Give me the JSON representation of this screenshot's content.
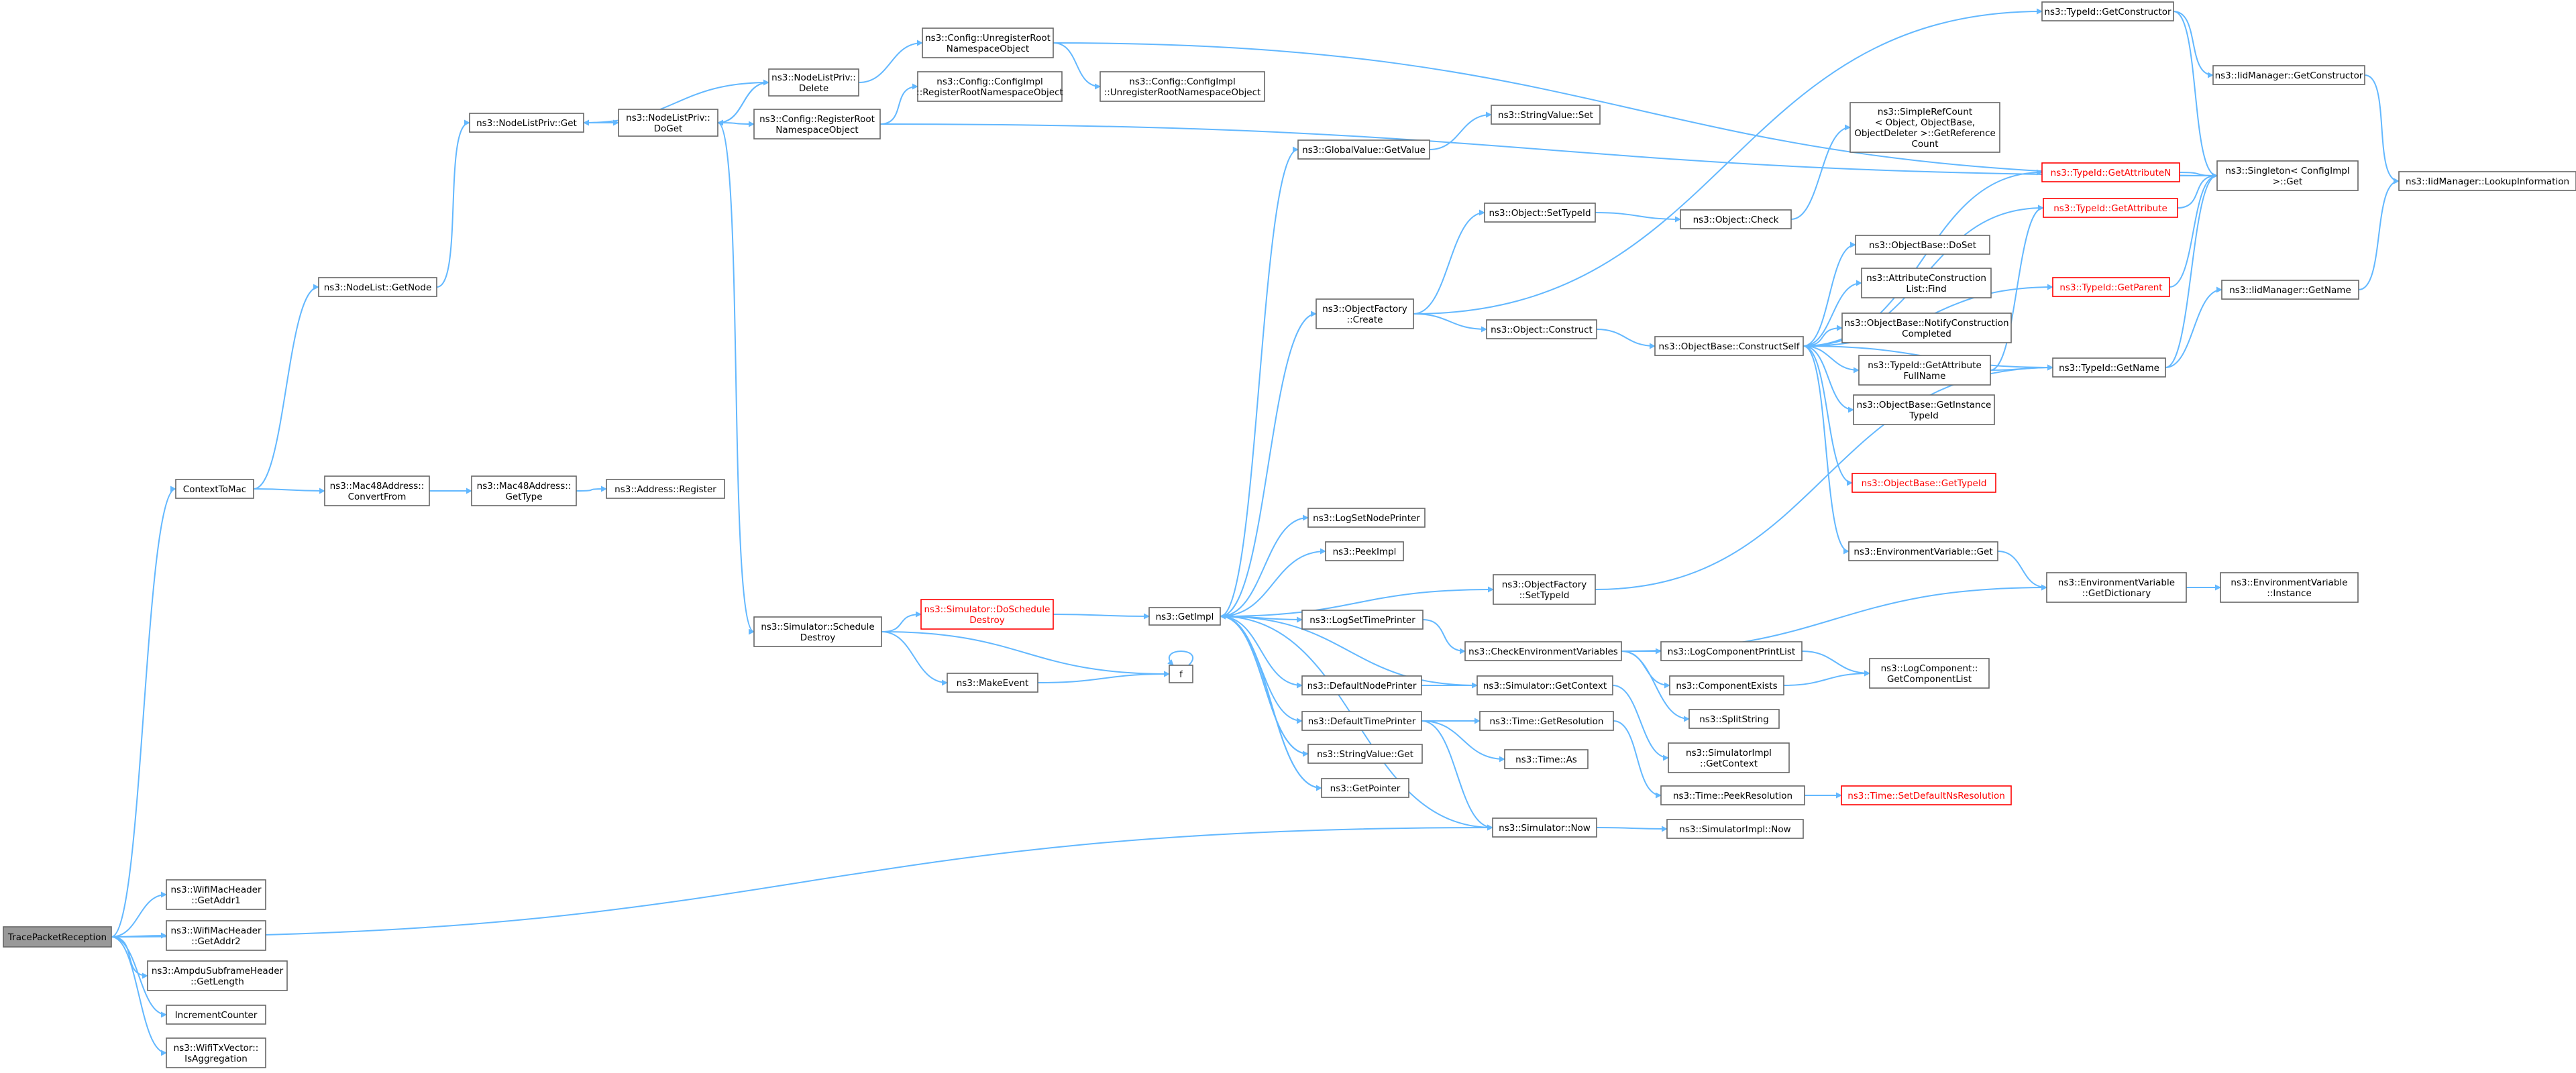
{
  "diagram": {
    "type": "call-graph",
    "colors": {
      "edge": "#63b8ff",
      "node_border": "#666666",
      "highlight_border": "#ff0000",
      "root_fill": "#999999"
    },
    "nodes": [
      {
        "id": "tpr",
        "lines": [
          "TracePacketReception"
        ],
        "root": true
      },
      {
        "id": "ctm",
        "lines": [
          "ContextToMac"
        ]
      },
      {
        "id": "nlgn",
        "lines": [
          "ns3::NodeList::GetNode"
        ]
      },
      {
        "id": "nlpg",
        "lines": [
          "ns3::NodeListPriv::Get"
        ]
      },
      {
        "id": "nlpdg",
        "lines": [
          "ns3::NodeListPriv::",
          "DoGet"
        ]
      },
      {
        "id": "nlpd",
        "lines": [
          "ns3::NodeListPriv::",
          "Delete"
        ]
      },
      {
        "id": "cur",
        "lines": [
          "ns3::Config::UnregisterRoot",
          "NamespaceObject"
        ]
      },
      {
        "id": "ccirr",
        "lines": [
          "ns3::Config::ConfigImpl",
          "::RegisterRootNamespaceObject"
        ]
      },
      {
        "id": "cciur",
        "lines": [
          "ns3::Config::ConfigImpl",
          "::UnregisterRootNamespaceObject"
        ]
      },
      {
        "id": "crr",
        "lines": [
          "ns3::Config::RegisterRoot",
          "NamespaceObject"
        ]
      },
      {
        "id": "mcf",
        "lines": [
          "ns3::Mac48Address::",
          "ConvertFrom"
        ]
      },
      {
        "id": "mgt",
        "lines": [
          "ns3::Mac48Address::",
          "GetType"
        ]
      },
      {
        "id": "areg",
        "lines": [
          "ns3::Address::Register"
        ]
      },
      {
        "id": "ssd",
        "lines": [
          "ns3::Simulator::Schedule",
          "Destroy"
        ]
      },
      {
        "id": "sdsd",
        "lines": [
          "ns3::Simulator::DoSchedule",
          "Destroy"
        ],
        "red": true
      },
      {
        "id": "me",
        "lines": [
          "ns3::MakeEvent"
        ]
      },
      {
        "id": "f",
        "lines": [
          "f"
        ]
      },
      {
        "id": "gi",
        "lines": [
          "ns3::GetImpl"
        ]
      },
      {
        "id": "gvg",
        "lines": [
          "ns3::GlobalValue::GetValue"
        ]
      },
      {
        "id": "svs",
        "lines": [
          "ns3::StringValue::Set"
        ]
      },
      {
        "id": "ofc",
        "lines": [
          "ns3::ObjectFactory",
          "::Create"
        ]
      },
      {
        "id": "ost",
        "lines": [
          "ns3::Object::SetTypeId"
        ]
      },
      {
        "id": "oc",
        "lines": [
          "ns3::Object::Construct"
        ]
      },
      {
        "id": "och",
        "lines": [
          "ns3::Object::Check"
        ]
      },
      {
        "id": "src",
        "lines": [
          "ns3::SimpleRefCount",
          "< Object, ObjectBase,",
          "ObjectDeleter >::GetReference",
          "Count"
        ]
      },
      {
        "id": "obcs",
        "lines": [
          "ns3::ObjectBase::ConstructSelf"
        ]
      },
      {
        "id": "tgan",
        "lines": [
          "ns3::TypeId::GetAttributeN"
        ],
        "red": true
      },
      {
        "id": "tga",
        "lines": [
          "ns3::TypeId::GetAttribute"
        ],
        "red": true
      },
      {
        "id": "obds",
        "lines": [
          "ns3::ObjectBase::DoSet"
        ]
      },
      {
        "id": "aclf",
        "lines": [
          "ns3::AttributeConstruction",
          "List::Find"
        ]
      },
      {
        "id": "obnc",
        "lines": [
          "ns3::ObjectBase::NotifyConstruction",
          "Completed"
        ]
      },
      {
        "id": "tgp",
        "lines": [
          "ns3::TypeId::GetParent"
        ],
        "red": true
      },
      {
        "id": "tgafn",
        "lines": [
          "ns3::TypeId::GetAttribute",
          "FullName"
        ]
      },
      {
        "id": "obgit",
        "lines": [
          "ns3::ObjectBase::GetInstance",
          "TypeId"
        ]
      },
      {
        "id": "obgt",
        "lines": [
          "ns3::ObjectBase::GetTypeId"
        ],
        "red": true
      },
      {
        "id": "evg",
        "lines": [
          "ns3::EnvironmentVariable::Get"
        ]
      },
      {
        "id": "tgn",
        "lines": [
          "ns3::TypeId::GetName"
        ]
      },
      {
        "id": "tgc",
        "lines": [
          "ns3::TypeId::GetConstructor"
        ]
      },
      {
        "id": "imgc",
        "lines": [
          "ns3::IidManager::GetConstructor"
        ]
      },
      {
        "id": "sg",
        "lines": [
          "ns3::Singleton< ConfigImpl",
          ">::Get"
        ]
      },
      {
        "id": "imli",
        "lines": [
          "ns3::IidManager::LookupInformation"
        ]
      },
      {
        "id": "imgn",
        "lines": [
          "ns3::IidManager::GetName"
        ]
      },
      {
        "id": "lsnp",
        "lines": [
          "ns3::LogSetNodePrinter"
        ]
      },
      {
        "id": "pi",
        "lines": [
          "ns3::PeekImpl"
        ]
      },
      {
        "id": "ofst",
        "lines": [
          "ns3::ObjectFactory",
          "::SetTypeId"
        ]
      },
      {
        "id": "evgd",
        "lines": [
          "ns3::EnvironmentVariable",
          "::GetDictionary"
        ]
      },
      {
        "id": "evi",
        "lines": [
          "ns3::EnvironmentVariable",
          "::Instance"
        ]
      },
      {
        "id": "lstp",
        "lines": [
          "ns3::LogSetTimePrinter"
        ]
      },
      {
        "id": "cev",
        "lines": [
          "ns3::CheckEnvironmentVariables"
        ]
      },
      {
        "id": "lcpl",
        "lines": [
          "ns3::LogComponentPrintList"
        ]
      },
      {
        "id": "lcgcl",
        "lines": [
          "ns3::LogComponent::",
          "GetComponentList"
        ]
      },
      {
        "id": "ce",
        "lines": [
          "ns3::ComponentExists"
        ]
      },
      {
        "id": "ss",
        "lines": [
          "ns3::SplitString"
        ]
      },
      {
        "id": "dnp",
        "lines": [
          "ns3::DefaultNodePrinter"
        ]
      },
      {
        "id": "sgc",
        "lines": [
          "ns3::Simulator::GetContext"
        ]
      },
      {
        "id": "dtp",
        "lines": [
          "ns3::DefaultTimePrinter"
        ]
      },
      {
        "id": "tgr",
        "lines": [
          "ns3::Time::GetResolution"
        ]
      },
      {
        "id": "siegc",
        "lines": [
          "ns3::SimulatorImpl",
          "::GetContext"
        ]
      },
      {
        "id": "svg",
        "lines": [
          "ns3::StringValue::Get"
        ]
      },
      {
        "id": "ta",
        "lines": [
          "ns3::Time::As"
        ]
      },
      {
        "id": "gp",
        "lines": [
          "ns3::GetPointer"
        ]
      },
      {
        "id": "tpr2",
        "lines": [
          "ns3::Time::PeekResolution"
        ]
      },
      {
        "id": "tsdnr",
        "lines": [
          "ns3::Time::SetDefaultNsResolution"
        ],
        "red": true
      },
      {
        "id": "sn",
        "lines": [
          "ns3::Simulator::Now"
        ]
      },
      {
        "id": "sin",
        "lines": [
          "ns3::SimulatorImpl::Now"
        ]
      },
      {
        "id": "wga1",
        "lines": [
          "ns3::WifiMacHeader",
          "::GetAddr1"
        ]
      },
      {
        "id": "wga2",
        "lines": [
          "ns3::WifiMacHeader",
          "::GetAddr2"
        ]
      },
      {
        "id": "asgl",
        "lines": [
          "ns3::AmpduSubframeHeader",
          "::GetLength"
        ]
      },
      {
        "id": "ic",
        "lines": [
          "IncrementCounter"
        ]
      },
      {
        "id": "wtv",
        "lines": [
          "ns3::WifiTxVector::",
          "IsAggregation"
        ]
      }
    ],
    "edges": [
      [
        "tpr",
        "ctm"
      ],
      [
        "tpr",
        "sn"
      ],
      [
        "tpr",
        "wga1"
      ],
      [
        "tpr",
        "wga2"
      ],
      [
        "tpr",
        "asgl"
      ],
      [
        "tpr",
        "ic"
      ],
      [
        "tpr",
        "wtv"
      ],
      [
        "ctm",
        "nlgn"
      ],
      [
        "ctm",
        "mcf"
      ],
      [
        "nlgn",
        "nlpg"
      ],
      [
        "nlpg",
        "nlpdg"
      ],
      [
        "nlpdg",
        "nlpd"
      ],
      [
        "nlpdg",
        "crr"
      ],
      [
        "nlpdg",
        "ssd"
      ],
      [
        "nlpd",
        "nlpg"
      ],
      [
        "nlpd",
        "nlpdg"
      ],
      [
        "nlpd",
        "cur"
      ],
      [
        "cur",
        "cciur"
      ],
      [
        "cur",
        "sg"
      ],
      [
        "crr",
        "ccirr"
      ],
      [
        "crr",
        "sg"
      ],
      [
        "mcf",
        "mgt"
      ],
      [
        "mgt",
        "areg"
      ],
      [
        "ssd",
        "sdsd"
      ],
      [
        "ssd",
        "me"
      ],
      [
        "ssd",
        "f"
      ],
      [
        "sdsd",
        "gi"
      ],
      [
        "me",
        "f"
      ],
      [
        "f",
        "f"
      ],
      [
        "gi",
        "gvg"
      ],
      [
        "gi",
        "ofc"
      ],
      [
        "gi",
        "lsnp"
      ],
      [
        "gi",
        "pi"
      ],
      [
        "gi",
        "ofst"
      ],
      [
        "gi",
        "lstp"
      ],
      [
        "gi",
        "dnp"
      ],
      [
        "gi",
        "dtp"
      ],
      [
        "gi",
        "svg"
      ],
      [
        "gi",
        "gp"
      ],
      [
        "gvg",
        "svs"
      ],
      [
        "ofc",
        "tgc"
      ],
      [
        "ofc",
        "ost"
      ],
      [
        "ofc",
        "oc"
      ],
      [
        "ost",
        "och"
      ],
      [
        "och",
        "src"
      ],
      [
        "oc",
        "obcs"
      ],
      [
        "obcs",
        "tgan"
      ],
      [
        "obcs",
        "tga"
      ],
      [
        "obcs",
        "obds"
      ],
      [
        "obcs",
        "aclf"
      ],
      [
        "obcs",
        "obnc"
      ],
      [
        "obcs",
        "tgafn"
      ],
      [
        "obcs",
        "obgit"
      ],
      [
        "obcs",
        "obgt"
      ],
      [
        "obcs",
        "evg"
      ],
      [
        "obcs",
        "tgp"
      ],
      [
        "obcs",
        "tgn"
      ],
      [
        "tgafn",
        "tga"
      ],
      [
        "tgafn",
        "tgn"
      ],
      [
        "tgan",
        "sg"
      ],
      [
        "tga",
        "sg"
      ],
      [
        "tgp",
        "sg"
      ],
      [
        "tgn",
        "sg"
      ],
      [
        "tgn",
        "imgn"
      ],
      [
        "tgc",
        "sg"
      ],
      [
        "tgc",
        "imgc"
      ],
      [
        "imgc",
        "imli"
      ],
      [
        "imgn",
        "imli"
      ],
      [
        "ofst",
        "tgn"
      ],
      [
        "evg",
        "evgd"
      ],
      [
        "evgd",
        "evi"
      ],
      [
        "lstp",
        "cev"
      ],
      [
        "cev",
        "evgd"
      ],
      [
        "cev",
        "lcpl"
      ],
      [
        "cev",
        "ce"
      ],
      [
        "cev",
        "ss"
      ],
      [
        "lcpl",
        "lcgcl"
      ],
      [
        "ce",
        "lcgcl"
      ],
      [
        "dnp",
        "sgc"
      ],
      [
        "sgc",
        "gi"
      ],
      [
        "sgc",
        "siegc"
      ],
      [
        "dtp",
        "tgr"
      ],
      [
        "dtp",
        "ta"
      ],
      [
        "dtp",
        "sn"
      ],
      [
        "tgr",
        "tpr2"
      ],
      [
        "tpr2",
        "tsdnr"
      ],
      [
        "sn",
        "gi"
      ],
      [
        "sn",
        "sin"
      ],
      [
        "svg",
        "gi"
      ],
      [
        "gp",
        "gi"
      ]
    ]
  }
}
